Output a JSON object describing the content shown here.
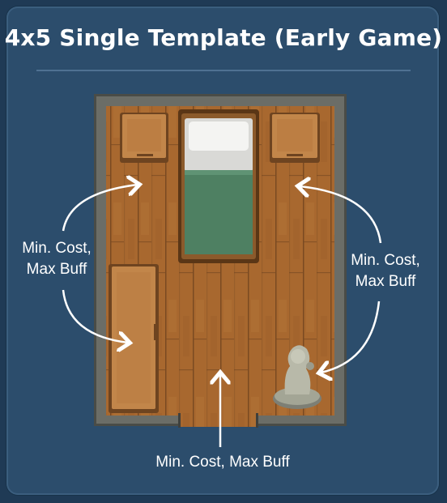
{
  "title": "4x5 Single Template (Early Game)",
  "labels": {
    "left": "Min. Cost,\nMax Buff",
    "right": "Min. Cost,\nMax Buff",
    "bottom": "Min. Cost, Max Buff"
  },
  "colors": {
    "background": "#2c4d6c",
    "wall": "#6b6d67",
    "floor": "#a8682f",
    "bed_blanket": "#4e8062",
    "bed_pillow": "#ececec",
    "arrow": "#ffffff"
  },
  "furniture": [
    "end-table-left",
    "bed",
    "end-table-right",
    "dresser",
    "sculpture",
    "door"
  ]
}
